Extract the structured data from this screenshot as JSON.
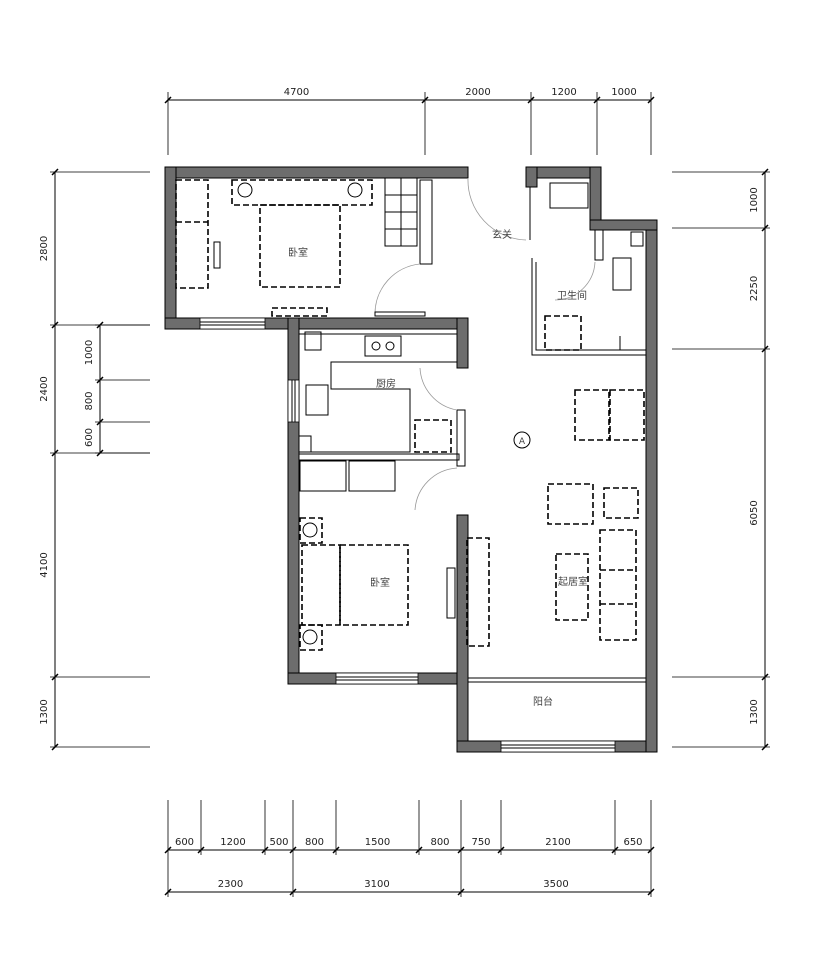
{
  "dimensions": {
    "top": [
      "4700",
      "2000",
      "1200",
      "1000"
    ],
    "left_outer": [
      "2800",
      "2400",
      "4100",
      "1300"
    ],
    "left_inner": [
      "1000",
      "800",
      "600"
    ],
    "right": [
      "1000",
      "2250",
      "6050",
      "1300"
    ],
    "bottom_detail": [
      "600",
      "1200",
      "500",
      "800",
      "1500",
      "800",
      "750",
      "2100",
      "650"
    ],
    "bottom_total": [
      "2300",
      "3100",
      "3500"
    ]
  },
  "rooms": {
    "bedroom_top": "卧室",
    "entrance": "玄关",
    "bathroom": "卫生间",
    "kitchen": "厨房",
    "bedroom_bottom": "卧室",
    "living_room": "起居室",
    "balcony": "阳台",
    "marker": "A"
  },
  "colors": {
    "wall": "#6d6d6d",
    "line": "#000000"
  }
}
